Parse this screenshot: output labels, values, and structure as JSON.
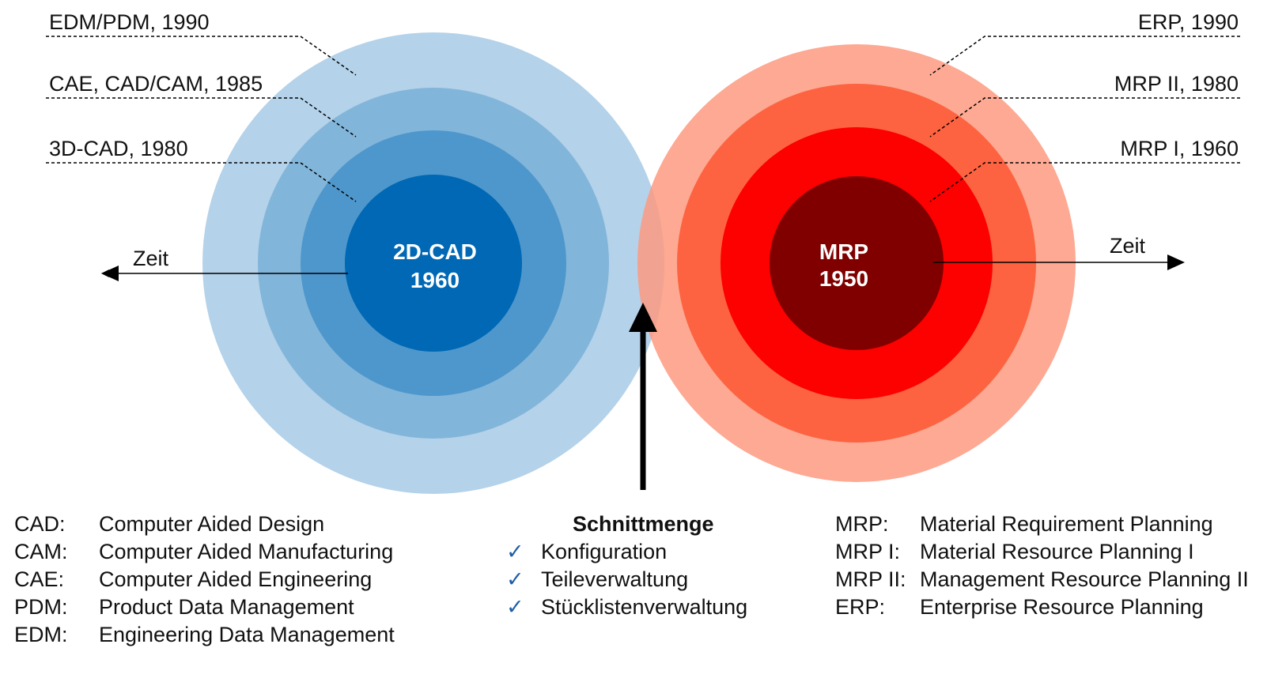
{
  "diagram": {
    "left": {
      "center": {
        "line1": "2D-CAD",
        "line2": "1960"
      },
      "labels": [
        "EDM/PDM, 1990",
        "CAE, CAD/CAM, 1985",
        "3D-CAD, 1980"
      ],
      "axis_label": "Zeit",
      "colors": [
        "#b4d2e9",
        "#82b5da",
        "#4e97cc",
        "#0068b4"
      ]
    },
    "right": {
      "center": {
        "line1": "MRP",
        "line2": "1950"
      },
      "labels": [
        "ERP, 1990",
        "MRP II, 1980",
        "MRP I, 1960"
      ],
      "axis_label": "Zeit",
      "colors": [
        "#fd9a80",
        "#fd6340",
        "#fd0000",
        "#800000"
      ]
    }
  },
  "legend_left": [
    {
      "abbr": "CAD:",
      "text": "Computer Aided Design"
    },
    {
      "abbr": "CAM:",
      "text": "Computer Aided Manufacturing"
    },
    {
      "abbr": "CAE:",
      "text": "Computer Aided Engineering"
    },
    {
      "abbr": "PDM:",
      "text": "Product Data Management"
    },
    {
      "abbr": "EDM:",
      "text": "Engineering Data Management"
    }
  ],
  "intersection": {
    "title": "Schnittmenge",
    "items": [
      "Konfiguration",
      "Teileverwaltung",
      "Stücklistenverwaltung"
    ]
  },
  "legend_right": [
    {
      "abbr": "MRP:",
      "text": "Material Requirement Planning"
    },
    {
      "abbr": "MRP I:",
      "text": "Material Resource Planning I"
    },
    {
      "abbr": "MRP II:",
      "text": "Management Resource Planning II"
    },
    {
      "abbr": "ERP:",
      "text": "Enterprise Resource Planning"
    }
  ]
}
